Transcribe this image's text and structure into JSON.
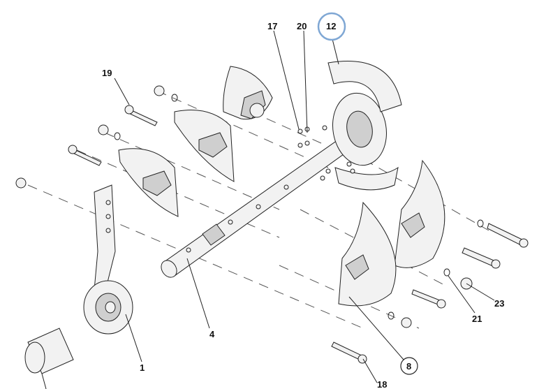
{
  "callouts": [
    {
      "id": "c1",
      "text": "1"
    },
    {
      "id": "c4",
      "text": "4"
    },
    {
      "id": "c8",
      "text": "8"
    },
    {
      "id": "c12",
      "text": "12"
    },
    {
      "id": "c17",
      "text": "17"
    },
    {
      "id": "c18",
      "text": "18"
    },
    {
      "id": "c19",
      "text": "19"
    },
    {
      "id": "c20",
      "text": "20"
    },
    {
      "id": "c21",
      "text": "21"
    },
    {
      "id": "c23",
      "text": "23"
    }
  ],
  "colors": {
    "line": "#222222",
    "fill": "#f2f2f2",
    "highlight_ring": "#7fa7d4"
  }
}
